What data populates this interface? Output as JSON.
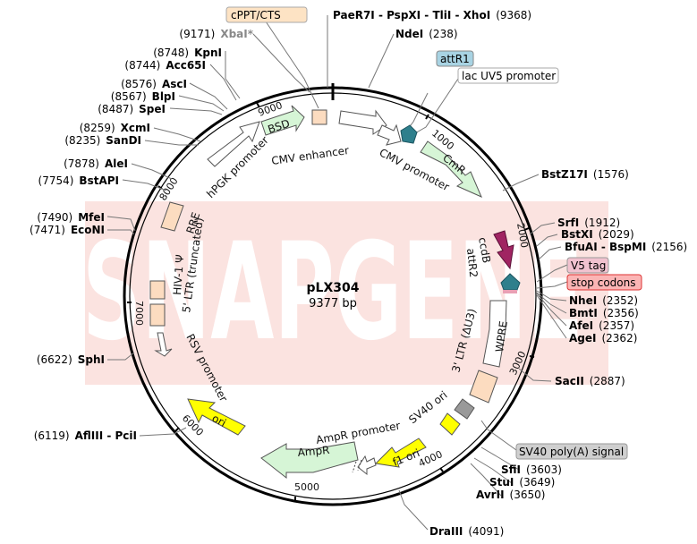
{
  "plasmid": {
    "name": "pLX304",
    "length": "9377 bp"
  },
  "watermark": "SNAPGENE",
  "colors": {
    "watermark": "#fbe3e0",
    "feature_white": "#ffffff",
    "feature_green": "#d6f5d6",
    "feature_yellow": "#ffff00",
    "feature_peach": "#fcdcc0",
    "feature_teal": "#2e7f8c",
    "feature_magenta": "#a02462",
    "feature_grey": "#999999",
    "attR1_box": "#a8d3e3",
    "lacUV5_box": "#ffffff",
    "cPPT_box": "#fde3c4",
    "v5tag_box": "#f1c2cf",
    "stopcodons_box": "#fbb5b5",
    "sv40polyA_box": "#cfcfcf"
  },
  "ticks": [
    "1000",
    "2000",
    "3000",
    "4000",
    "5000",
    "6000",
    "7000",
    "8000",
    "9000"
  ],
  "sites": {
    "cppt_cts": {
      "name": "cPPT/CTS"
    },
    "paer7i": {
      "name": "PaeR7I - PspXI - TliI - XhoI",
      "pos": "(9368)"
    },
    "ndei": {
      "name": "NdeI",
      "pos": "(238)"
    },
    "xbai": {
      "name": "XbaI*",
      "pos": "(9171)"
    },
    "kpni": {
      "name": "KpnI",
      "pos": "(8748)"
    },
    "acc65i": {
      "name": "Acc65I",
      "pos": "(8744)"
    },
    "asci": {
      "name": "AscI",
      "pos": "(8576)"
    },
    "blpi": {
      "name": "BlpI",
      "pos": "(8567)"
    },
    "spei": {
      "name": "SpeI",
      "pos": "(8487)"
    },
    "xcmi": {
      "name": "XcmI",
      "pos": "(8259)"
    },
    "sandi": {
      "name": "SanDI",
      "pos": "(8235)"
    },
    "alei": {
      "name": "AleI",
      "pos": "(7878)"
    },
    "bstapi": {
      "name": "BstAPI",
      "pos": "(7754)"
    },
    "mfei": {
      "name": "MfeI",
      "pos": "(7490)"
    },
    "econi": {
      "name": "EcoNI",
      "pos": "(7471)"
    },
    "sphi": {
      "name": "SphI",
      "pos": "(6622)"
    },
    "afliii": {
      "name": "AflIII - PciI",
      "pos": "(6119)"
    },
    "bstz17i": {
      "name": "BstZ17I",
      "pos": "(1576)"
    },
    "srfi": {
      "name": "SrfI",
      "pos": "(1912)"
    },
    "bstxi": {
      "name": "BstXI",
      "pos": "(2029)"
    },
    "bfuai": {
      "name": "BfuAI - BspMI",
      "pos": "(2156)"
    },
    "nhei": {
      "name": "NheI",
      "pos": "(2352)"
    },
    "bmti": {
      "name": "BmtI",
      "pos": "(2356)"
    },
    "afei": {
      "name": "AfeI",
      "pos": "(2357)"
    },
    "agei": {
      "name": "AgeI",
      "pos": "(2362)"
    },
    "sacii": {
      "name": "SacII",
      "pos": "(2887)"
    },
    "sfii": {
      "name": "SfiI",
      "pos": "(3603)"
    },
    "stui": {
      "name": "StuI",
      "pos": "(3649)"
    },
    "avrii": {
      "name": "AvrII",
      "pos": "(3650)"
    },
    "draiii": {
      "name": "DraIII",
      "pos": "(4091)"
    }
  },
  "boxed_labels": {
    "attr1": "attR1",
    "lacuv5": "lac UV5 promoter",
    "v5tag": "V5 tag",
    "stopcodons": "stop codons",
    "sv40polya": "SV40 poly(A) signal"
  },
  "features": {
    "bsd": "BSD",
    "cmv_enhancer": "CMV enhancer",
    "cmv_promoter": "CMV promoter",
    "cmr": "CmR",
    "hpgk": "hPGK promoter",
    "rre": "RRE",
    "hiv_psi": "HIV-1 Ψ",
    "ltr5": "5' LTR (truncated)",
    "rsv": "RSV promoter",
    "ccdb": "ccdB",
    "attr2": "attR2",
    "wpre": "WPRE",
    "ltr3": "3' LTR (ΔU3)",
    "sv40ori": "SV40 ori",
    "ori": "ori",
    "f1ori": "f1 ori",
    "ampr": "AmpR",
    "ampr_promoter": "AmpR promoter"
  }
}
